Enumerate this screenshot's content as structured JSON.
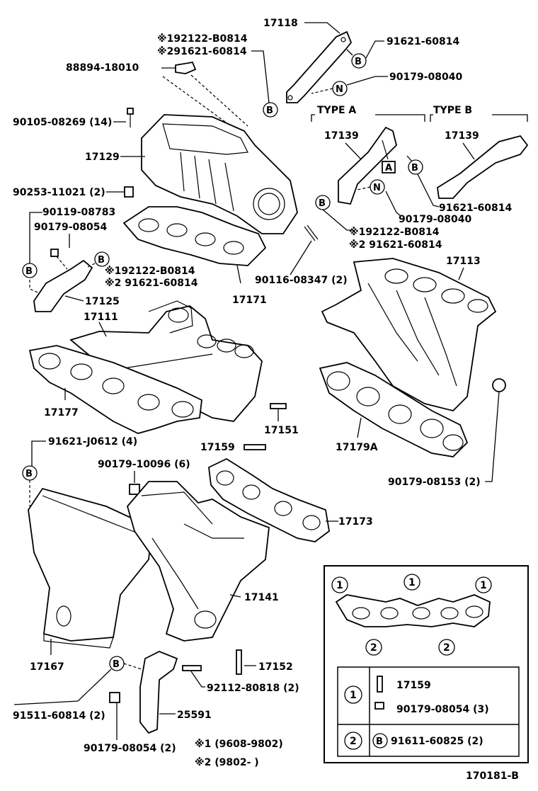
{
  "labels": {
    "p17118": "17118",
    "p91621_60814_top": "91621-60814",
    "p90179_08040_top": "90179-08040",
    "star1_192122": "※192122-B0814",
    "star2_291621": "※291621-60814",
    "p88894": "88894-18010",
    "p90105": "90105-08269 (14)",
    "p17129": "17129",
    "p90253": "90253-11021 (2)",
    "p90119": "90119-08783",
    "p90179_08054_a": "90179-08054",
    "star_b_1": "※192122-B0814",
    "star_b_2": "※2 91621-60814",
    "p17125": "17125",
    "p17111": "17111",
    "p17177": "17177",
    "p17171": "17171",
    "p90116": "90116-08347 (2)",
    "p17151": "17151",
    "type_a": "TYPE A",
    "type_b": "TYPE B",
    "p17139_a": "17139",
    "p17139_b": "17139",
    "p91621_60814_mid": "91621-60814",
    "p90179_08040_mid": "90179-08040",
    "star_c_1": "※192122-B0814",
    "star_c_2": "※2 91621-60814",
    "p17113": "17113",
    "p17179A": "17179A",
    "p90179_08153": "90179-08153 (2)",
    "p91621_J0612": "91621-J0612 (4)",
    "p90179_10096": "90179-10096 (6)",
    "p17159": "17159",
    "p17173": "17173",
    "p17141": "17141",
    "p17167": "17167",
    "p17152": "17152",
    "p92112": "92112-80818 (2)",
    "p91511": "91511-60814 (2)",
    "p25591": "25591",
    "p90179_08054_b": "90179-08054 (2)",
    "note1": "※1  (9608-9802)",
    "note2": "※2  (9802-       )",
    "diagram_id": "170181-B",
    "letter_A": "A",
    "circle_B": "B",
    "circle_N": "N"
  },
  "legend": {
    "gasket_markers": [
      "1",
      "1",
      "1",
      "2",
      "2"
    ],
    "row1_num": "1",
    "row1_part_a": "17159",
    "row1_part_b": "90179-08054 (3)",
    "row2_num": "2",
    "row2_letter": "B",
    "row2_part": "91611-60825 (2)"
  }
}
